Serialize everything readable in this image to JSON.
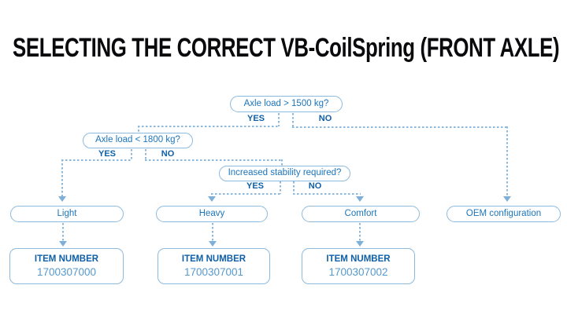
{
  "title": "SELECTING THE CORRECT VB-CoilSpring (FRONT AXLE)",
  "labels": {
    "yes": "YES",
    "no": "NO",
    "item_number": "ITEM NUMBER"
  },
  "flowchart": {
    "questions": [
      {
        "text": "Axle load > 1500 kg?"
      },
      {
        "text": "Axle load < 1800 kg?"
      },
      {
        "text": "Increased stability required?"
      }
    ],
    "outcomes": [
      {
        "label": "Light",
        "item_number": "1700307000"
      },
      {
        "label": "Heavy",
        "item_number": "1700307001"
      },
      {
        "label": "Comfort",
        "item_number": "1700307002"
      },
      {
        "label": "OEM configuration",
        "item_number": ""
      }
    ]
  },
  "colors": {
    "line_blue": "#8cbade",
    "text_blue": "#1b75bc",
    "bold_blue": "#0e5fa8",
    "number_blue": "#5599cf",
    "title_black": "#0a0a0c"
  }
}
